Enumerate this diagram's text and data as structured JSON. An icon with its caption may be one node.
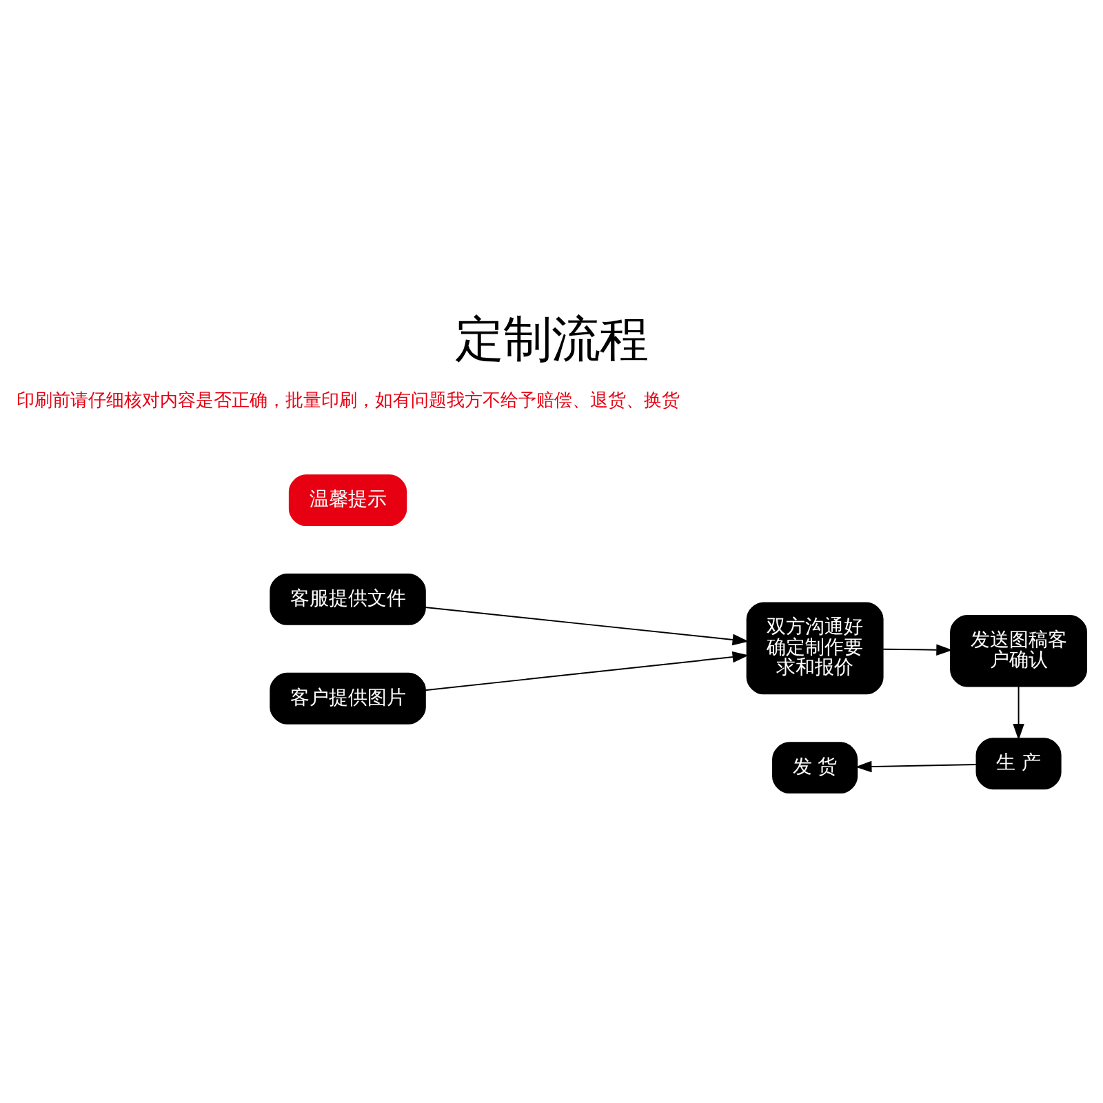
{
  "diagram": {
    "title": "定制流程",
    "nodes": [
      {
        "text": [
          "客服提供文件"
        ]
      },
      {
        "text": [
          "客户提供图片"
        ]
      },
      {
        "text": [
          "双方沟通好确定制作要求和报价"
        ]
      },
      {
        "text": [
          "发送图稿客户确认"
        ]
      },
      {
        "text": [
          "生 产"
        ]
      },
      {
        "text": [
          "发 货"
        ]
      },
      {
        "text": [
          "温馨提示"
        ]
      }
    ],
    "edges": [
      {
        "from": 0,
        "to": 2,
        "arrow": "to"
      },
      {
        "from": 1,
        "to": 2,
        "arrow": "to"
      },
      {
        "from": 2,
        "to": 3,
        "arrow": "to"
      },
      {
        "from": 3,
        "to": 4,
        "arrow": "to"
      },
      {
        "from": 4,
        "to": 5,
        "arrow": "to"
      }
    ],
    "labels": [
      "印刷前请仔细核对内容是否正确，批量印刷，如有问题我方不给予赔偿、退货、换货"
    ]
  }
}
